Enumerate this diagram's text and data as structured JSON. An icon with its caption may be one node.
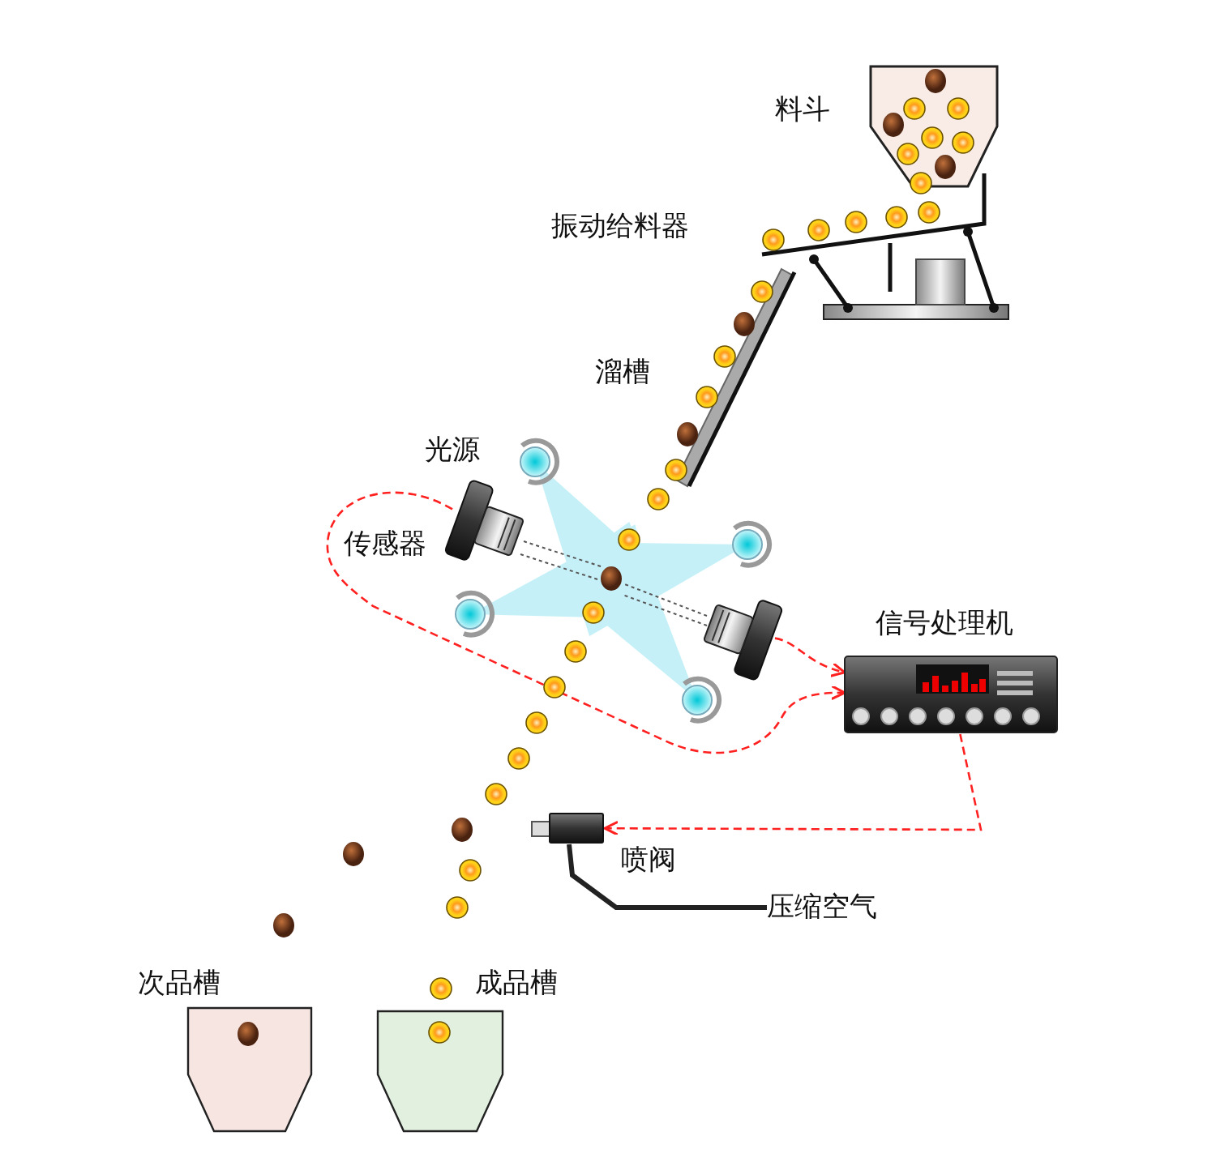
{
  "diagram": {
    "nodes": [
      {
        "text": [
          "料斗"
        ]
      },
      {
        "text": [
          "振动给料器"
        ]
      },
      {
        "text": [
          "溜槽"
        ]
      },
      {
        "text": [
          "光源"
        ]
      },
      {
        "text": [],
        "shape": "circle"
      },
      {
        "text": [],
        "shape": "circle"
      },
      {
        "text": [],
        "shape": "circle"
      },
      {
        "text": [
          "传感器"
        ]
      },
      {
        "text": [],
        "shape": "picture"
      },
      {
        "text": [
          "信号处理机"
        ]
      },
      {
        "text": [
          "喷阀"
        ]
      },
      {
        "text": [
          "压缩空气"
        ]
      },
      {
        "text": [
          "次品槽"
        ]
      },
      {
        "text": [
          "成品槽"
        ]
      }
    ],
    "edges": [
      {
        "from": 7,
        "to": 9,
        "arrow": "to",
        "style": "dashed"
      },
      {
        "from": 8,
        "to": 9,
        "arrow": "to",
        "style": "dashed"
      },
      {
        "from": 9,
        "to": 10,
        "arrow": "to",
        "style": "dashed"
      },
      {
        "from": 11,
        "to": 10,
        "arrow": "none",
        "style": "thick",
        "color": "#222222"
      }
    ]
  }
}
